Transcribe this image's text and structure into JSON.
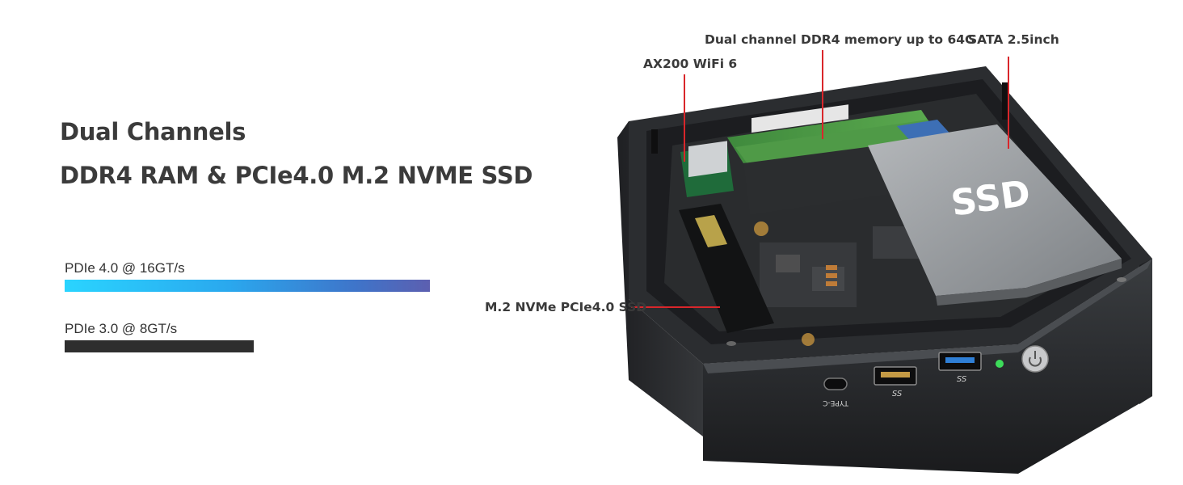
{
  "headline": {
    "line1": "Dual Channels",
    "line2": "DDR4 RAM & PCIe4.0 M.2 NVME SSD"
  },
  "comparison": {
    "bars": [
      {
        "label": "PDIe 4.0 @ 16GT/s",
        "rate_gt_s": 16,
        "color_start": "#2ad4ff",
        "color_end": "#5c5fb0"
      },
      {
        "label": "PDIe 3.0 @ 8GT/s",
        "rate_gt_s": 8,
        "color_start": "#2e2e2e",
        "color_end": "#2e2e2e"
      }
    ]
  },
  "callouts": {
    "wifi": "AX200 WiFi 6",
    "ddr": "Dual channel DDR4 memory up to 64G",
    "sata": "SATA 2.5inch",
    "m2": "M.2 NVMe PCIe4.0 SSD"
  },
  "device": {
    "ssd_label": "SSD",
    "typec_label": "TYPE-C",
    "usb_label_1": "SS",
    "usb_label_2": "SS",
    "power_icon": "power-icon",
    "led_color": "#3ddc5a",
    "leader_color": "#d9262b"
  }
}
